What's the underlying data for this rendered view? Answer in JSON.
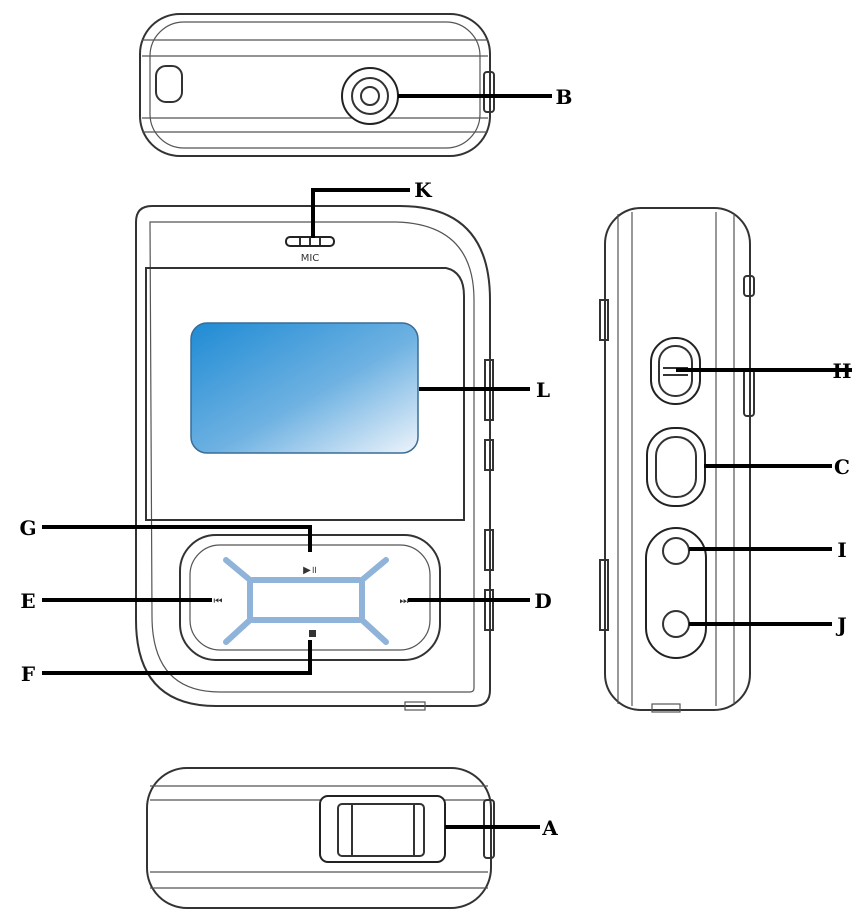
{
  "labels": {
    "a": "A",
    "b": "B",
    "c": "C",
    "d": "D",
    "e": "E",
    "f": "F",
    "g": "G",
    "h": "H",
    "i": "I",
    "j": "J",
    "k": "K",
    "l": "L"
  },
  "mic_text": "MIC",
  "colors": {
    "screen_dark": "#1f8bd4",
    "screen_light": "#eef4fb",
    "line": "#333333"
  }
}
